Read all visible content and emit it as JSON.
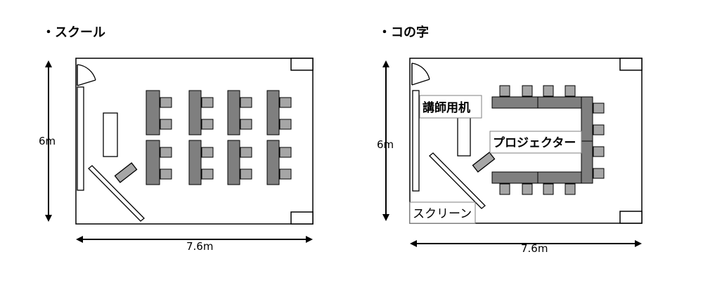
{
  "colors": {
    "desk": "#7f7f7f",
    "chair": "#a6a6a6",
    "projector": "#a6a6a6",
    "line": "#000000",
    "background": "#ffffff"
  },
  "layouts": [
    {
      "title": "・スクール",
      "height_label": "6m",
      "width_label": "7.6m"
    },
    {
      "title": "・コの字",
      "height_label": "6m",
      "width_label": "7.6m",
      "labels": {
        "lectern": "講師用机",
        "projector": "プロジェクター",
        "screen": "スクリーン"
      }
    }
  ]
}
